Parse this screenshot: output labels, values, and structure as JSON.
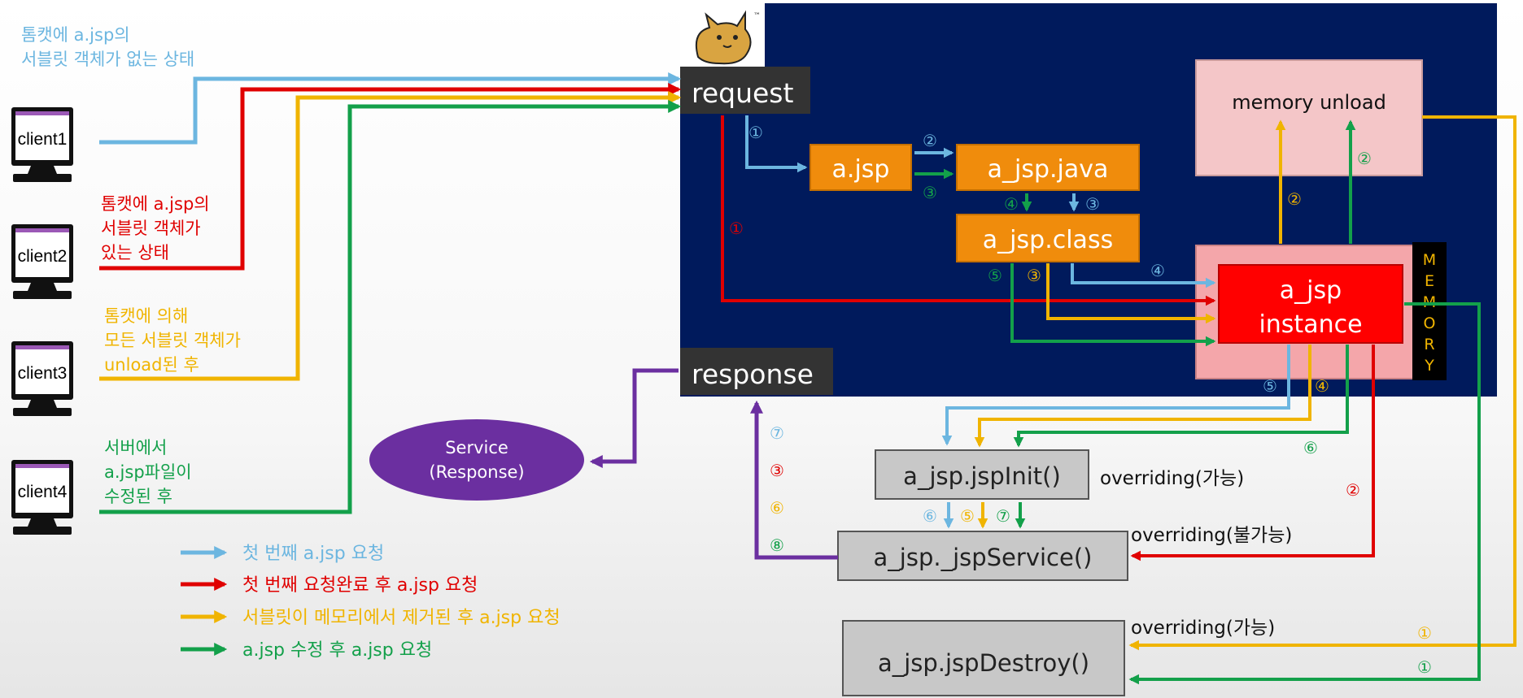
{
  "colors": {
    "blue": "#6CB6E0",
    "red": "#E00000",
    "yellow": "#F0B400",
    "green": "#13A04A",
    "purple": "#6B2FA0",
    "container_bg": "#001A5C",
    "orange_box": "#F08C0C",
    "pink_box": "#F4C6C8",
    "red_box": "#FF0000",
    "gray_box": "#C8C8C8",
    "label_bg": "#333333"
  },
  "icons": [
    "tomcat-logo",
    "monitor-icon"
  ],
  "clients": [
    "client1",
    "client2",
    "client3",
    "client4"
  ],
  "notes": {
    "client1": "톰캣에 a.jsp의\n서블릿 객체가 없는 상태",
    "client2": "톰캣에 a.jsp의\n서블릿 객체가\n있는 상태",
    "client3": "톰캣에 의해\n모든 서블릿 객체가\nunload된 후",
    "client4": "서버에서\na.jsp파일이\n수정된 후"
  },
  "labels": {
    "request": "request",
    "response": "response",
    "a_jsp": "a.jsp",
    "a_jsp_java": "a_jsp.java",
    "a_jsp_class": "a_jsp.class",
    "instance_line1": "a_jsp",
    "instance_line2": "instance",
    "memory_unload": "memory unload",
    "memory_vertical": [
      "M",
      "E",
      "M",
      "O",
      "R",
      "Y"
    ],
    "service_line1": "Service",
    "service_line2": "(Response)",
    "jsp_init": "a_jsp.jspInit()",
    "jsp_service": "a_jsp._jspService()",
    "jsp_destroy": "a_jsp.jspDestroy()",
    "overriding_init": "overriding(가능)",
    "overriding_service": "overriding(불가능)",
    "overriding_destroy": "overriding(가능)"
  },
  "legend": [
    {
      "color": "blue",
      "text": "첫 번째 a.jsp 요청"
    },
    {
      "color": "red",
      "text": "첫 번째 요청완료 후 a.jsp 요청"
    },
    {
      "color": "yellow",
      "text": "서블릿이 메모리에서 제거된 후 a.jsp 요청"
    },
    {
      "color": "green",
      "text": "a.jsp 수정 후 a.jsp 요청"
    }
  ],
  "step_numbers": {
    "blue": [
      "①",
      "②",
      "③",
      "④",
      "⑤",
      "⑥",
      "⑦"
    ],
    "red": [
      "①",
      "②",
      "③"
    ],
    "yellow": [
      "①",
      "②",
      "③",
      "④",
      "⑤",
      "⑥"
    ],
    "green": [
      "①",
      "②",
      "③",
      "④",
      "⑤",
      "⑥",
      "⑦",
      "⑧"
    ]
  }
}
